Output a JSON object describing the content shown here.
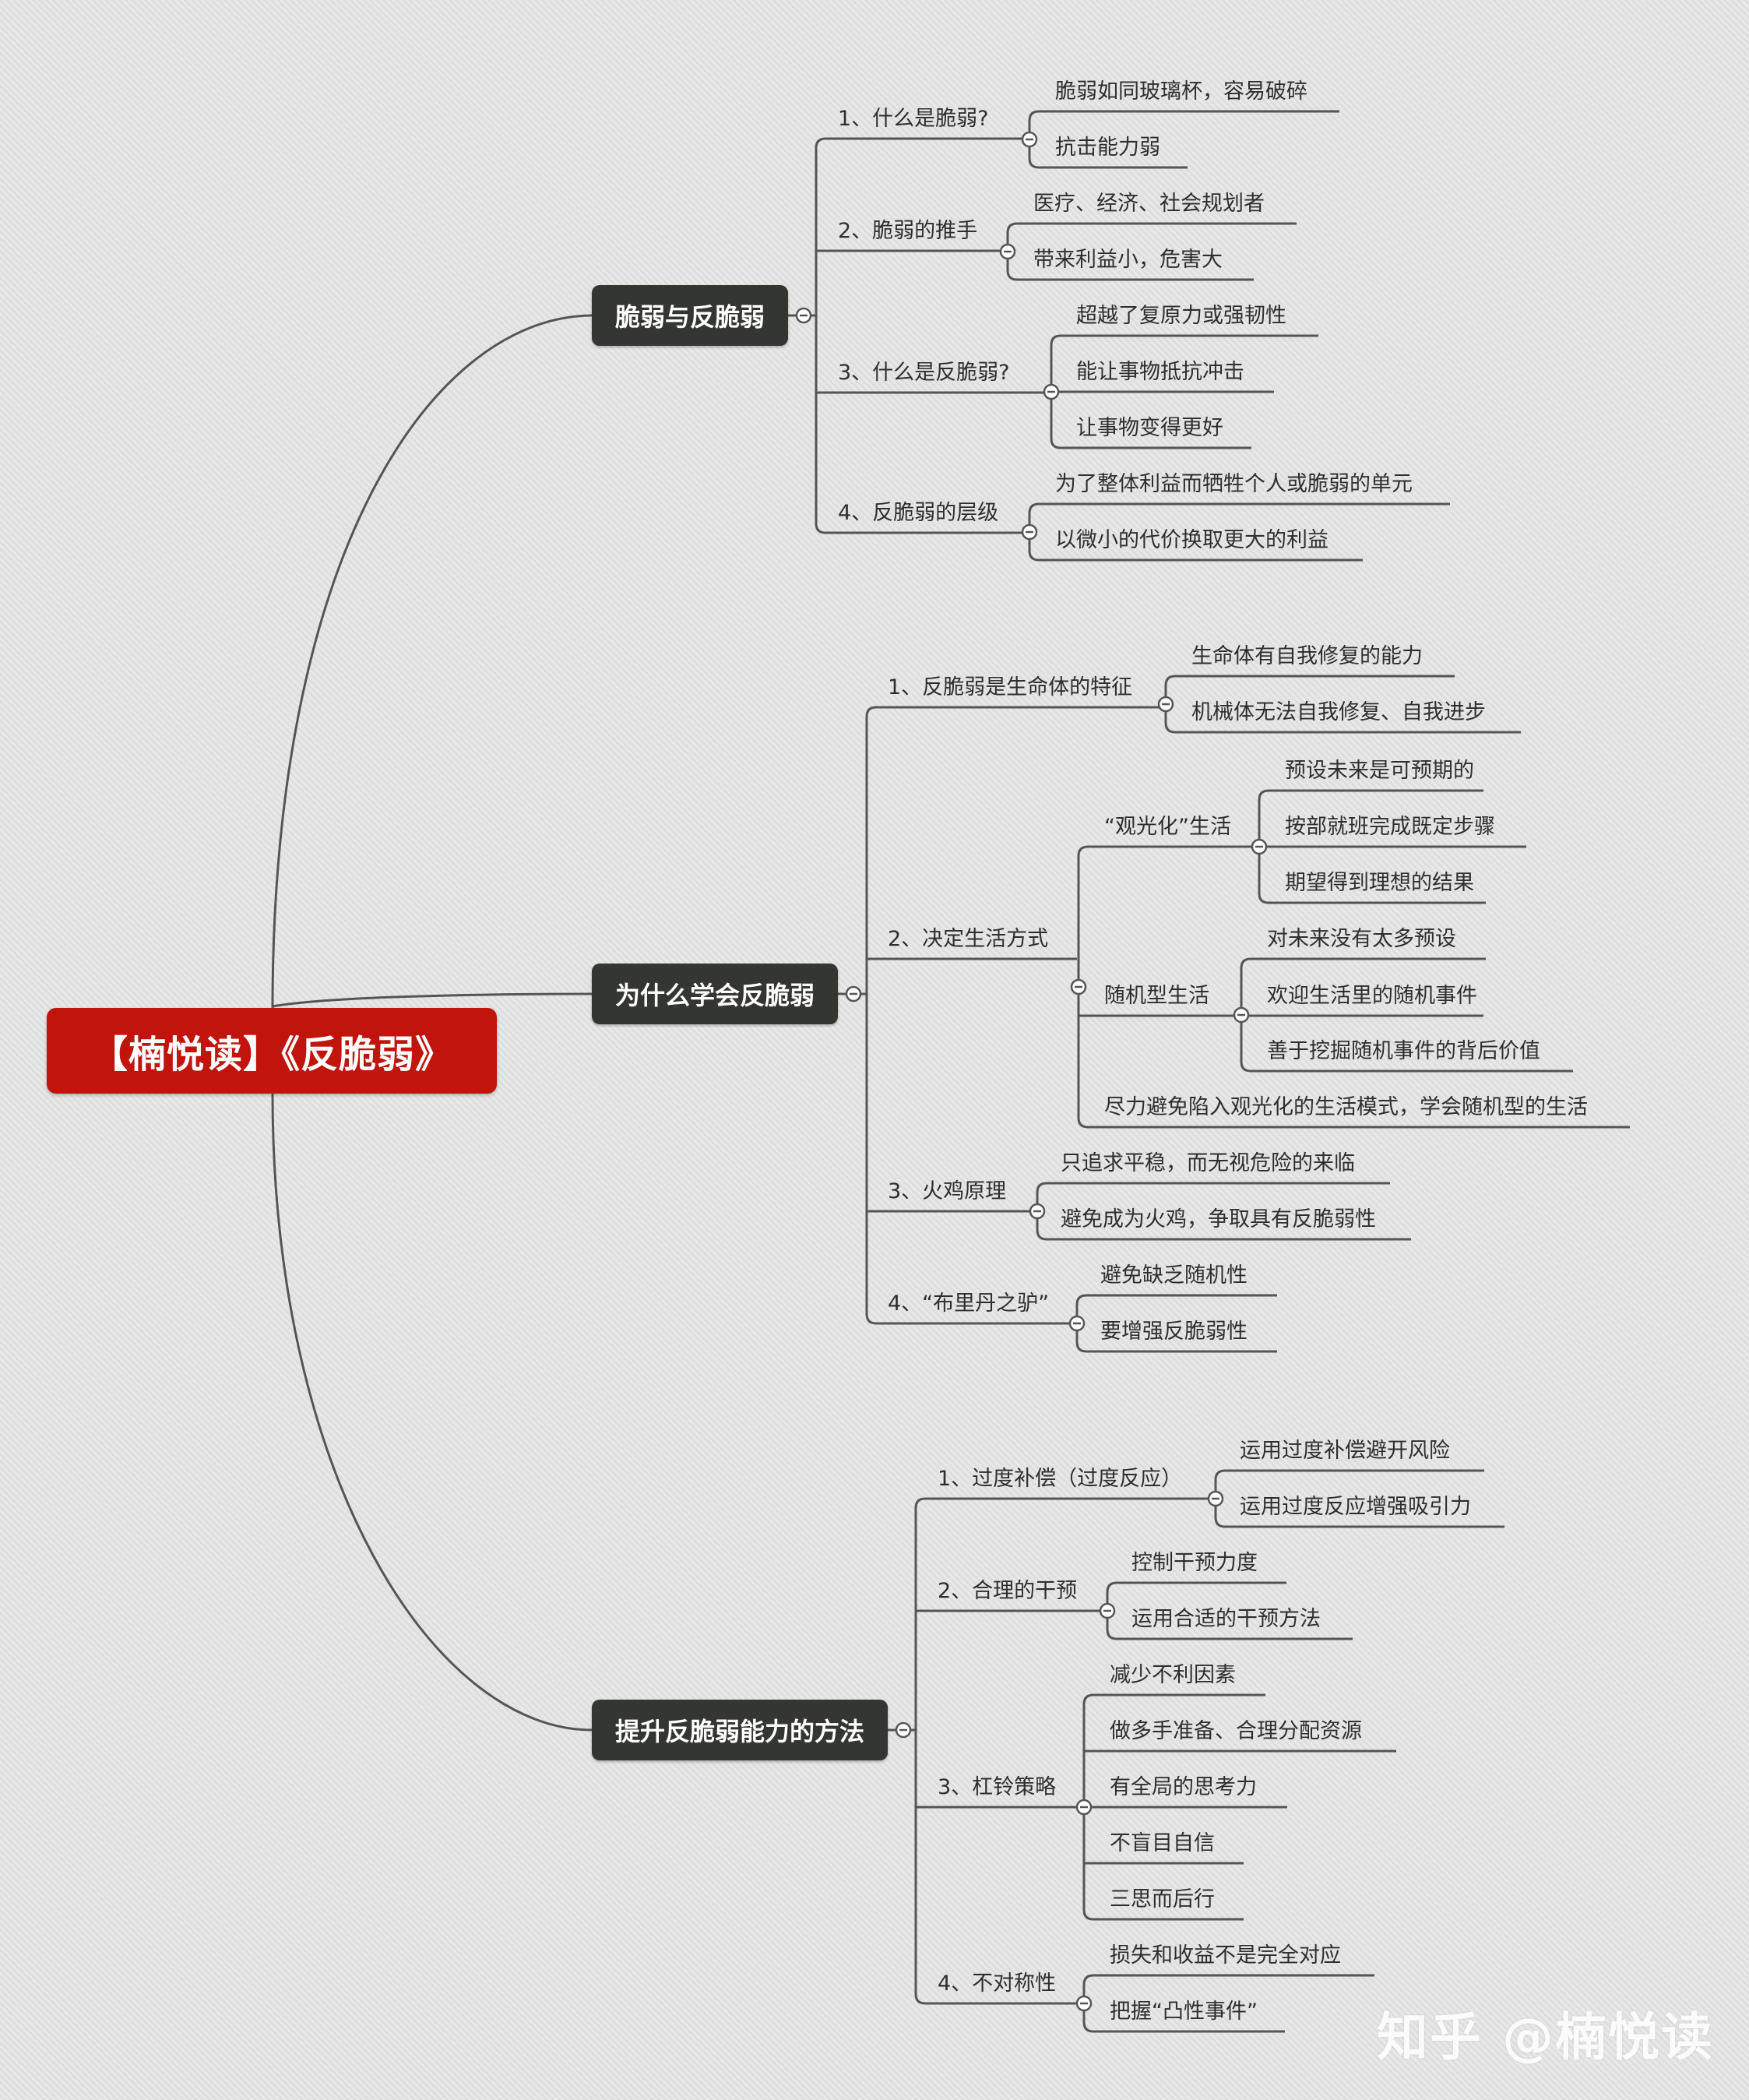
{
  "root": {
    "title": "【楠悦读】《反脆弱》"
  },
  "watermark": "知乎 @楠悦读",
  "colors": {
    "root": "#c0140c",
    "main": "#333631",
    "line": "#555555",
    "background": "#e3e3e3"
  },
  "branches": [
    {
      "label": "脆弱与反脆弱",
      "children": [
        {
          "label": "1、什么是脆弱?",
          "children": [
            {
              "label": "脆弱如同玻璃杯，容易破碎"
            },
            {
              "label": "抗击能力弱"
            }
          ]
        },
        {
          "label": "2、脆弱的推手",
          "children": [
            {
              "label": "医疗、经济、社会规划者"
            },
            {
              "label": "带来利益小，危害大"
            }
          ]
        },
        {
          "label": "3、什么是反脆弱?",
          "children": [
            {
              "label": "超越了复原力或强韧性"
            },
            {
              "label": "能让事物抵抗冲击"
            },
            {
              "label": "让事物变得更好"
            }
          ]
        },
        {
          "label": "4、反脆弱的层级",
          "children": [
            {
              "label": "为了整体利益而牺牲个人或脆弱的单元"
            },
            {
              "label": "以微小的代价换取更大的利益"
            }
          ]
        }
      ]
    },
    {
      "label": "为什么学会反脆弱",
      "children": [
        {
          "label": "1、反脆弱是生命体的特征",
          "children": [
            {
              "label": "生命体有自我修复的能力"
            },
            {
              "label": "机械体无法自我修复、自我进步"
            }
          ]
        },
        {
          "label": "2、决定生活方式",
          "children": [
            {
              "label": "“观光化”生活",
              "children": [
                {
                  "label": "预设未来是可预期的"
                },
                {
                  "label": "按部就班完成既定步骤"
                },
                {
                  "label": "期望得到理想的结果"
                }
              ]
            },
            {
              "label": "随机型生活",
              "children": [
                {
                  "label": "对未来没有太多预设"
                },
                {
                  "label": "欢迎生活里的随机事件"
                },
                {
                  "label": "善于挖掘随机事件的背后价值"
                }
              ]
            },
            {
              "label": "尽力避免陷入观光化的生活模式，学会随机型的生活"
            }
          ]
        },
        {
          "label": "3、火鸡原理",
          "children": [
            {
              "label": "只追求平稳，而无视危险的来临"
            },
            {
              "label": "避免成为火鸡，争取具有反脆弱性"
            }
          ]
        },
        {
          "label": "4、“布里丹之驴”",
          "children": [
            {
              "label": "避免缺乏随机性"
            },
            {
              "label": "要增强反脆弱性"
            }
          ]
        }
      ]
    },
    {
      "label": "提升反脆弱能力的方法",
      "children": [
        {
          "label": "1、过度补偿（过度反应）",
          "children": [
            {
              "label": "运用过度补偿避开风险"
            },
            {
              "label": "运用过度反应增强吸引力"
            }
          ]
        },
        {
          "label": "2、合理的干预",
          "children": [
            {
              "label": "控制干预力度"
            },
            {
              "label": "运用合适的干预方法"
            }
          ]
        },
        {
          "label": "3、杠铃策略",
          "children": [
            {
              "label": "减少不利因素"
            },
            {
              "label": "做多手准备、合理分配资源"
            },
            {
              "label": "有全局的思考力"
            },
            {
              "label": "不盲目自信"
            },
            {
              "label": "三思而后行"
            }
          ]
        },
        {
          "label": "4、不对称性",
          "children": [
            {
              "label": "损失和收益不是完全对应"
            },
            {
              "label": "把握“凸性事件”"
            }
          ]
        }
      ]
    }
  ]
}
